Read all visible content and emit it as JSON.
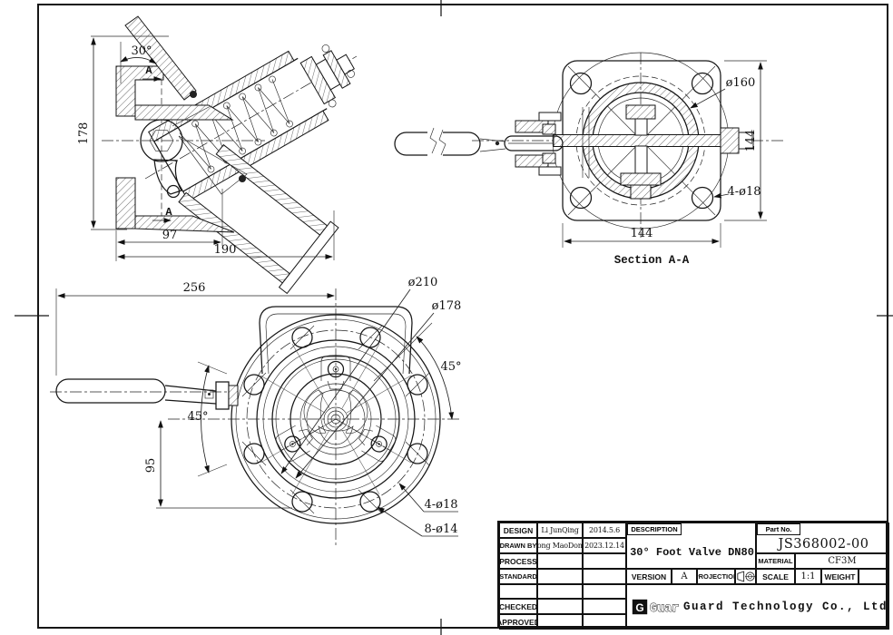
{
  "views": {
    "side_section": {
      "angle": "30°",
      "marker": "A",
      "dim_height": "178",
      "dim_seat": "97",
      "dim_width": "190"
    },
    "section_aa": {
      "label": "Section A-A",
      "dim_bolt_circle": "ø160",
      "dim_height": "144",
      "dim_width": "144",
      "dim_holes": "4-ø18"
    },
    "top_view": {
      "dim_handle_length": "256",
      "dim_outer_dia": "ø210",
      "dim_flange_dia": "ø178",
      "angle_right": "45°",
      "angle_left": "45°",
      "dim_offset": "95",
      "dim_holes_4": "4-ø18",
      "dim_holes_8": "8-ø14"
    }
  },
  "title_block": {
    "design_label": "DESIGN",
    "design_name": "Li JunQing",
    "design_date": "2014.5.6",
    "drawn_label": "DRAWN BY",
    "drawn_name": "Tong MaoDong",
    "drawn_date": "2023.12.14",
    "process_label": "PROCESS",
    "standard_label": "STANDARD",
    "checked_label": "CHECKED",
    "approved_label": "APPROVED",
    "description_label": "DESCRIPTION",
    "description_value": "30°  Foot Valve DN80",
    "part_no_label": "Part No.",
    "part_no_value": "JS368002-00",
    "material_label": "MATERIAL",
    "material_value": "CF3M",
    "version_label": "VERSION",
    "version_value": "A",
    "projection_label": "PROJECTION",
    "scale_label": "SCALE",
    "scale_value": "1:1",
    "weight_label": "WEIGHT",
    "weight_value": "",
    "logo_text": "Guard",
    "logo_monogram": "G",
    "company_name": "Guard Technology Co., Ltd"
  }
}
